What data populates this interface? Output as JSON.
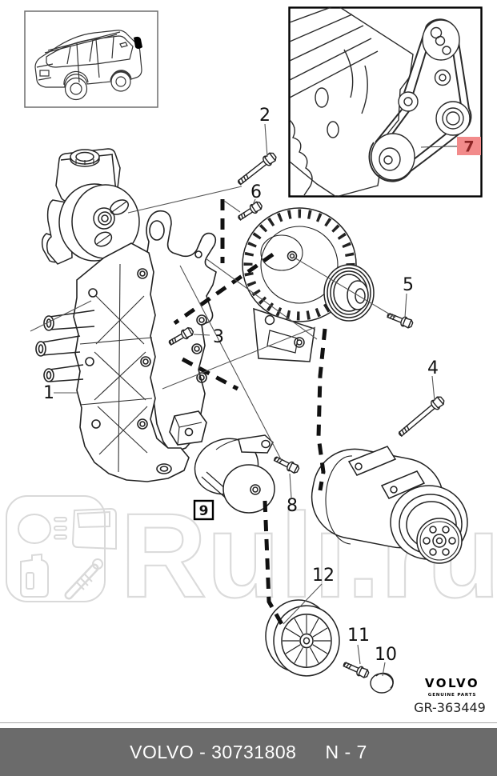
{
  "callouts": {
    "c1": "1",
    "c2": "2",
    "c3": "3",
    "c4": "4",
    "c5": "5",
    "c6": "6",
    "c8": "8",
    "c9": "9",
    "c10": "10",
    "c11": "11",
    "c12": "12"
  },
  "highlight": {
    "label": "7",
    "bg": "#F28B8B",
    "fg": "#8B2424"
  },
  "watermark": {
    "text": "Ruli.ru",
    "color": "#DBDBDB"
  },
  "brand": {
    "logo": "VOLVO",
    "tagline": "GENUINE PARTS",
    "drawing_code": "GR-363449"
  },
  "footer": {
    "part": "VOLVO - 30731808",
    "ref": "N - 7",
    "bg": "#6B6B6B",
    "text_color": "#FFFFFF"
  }
}
